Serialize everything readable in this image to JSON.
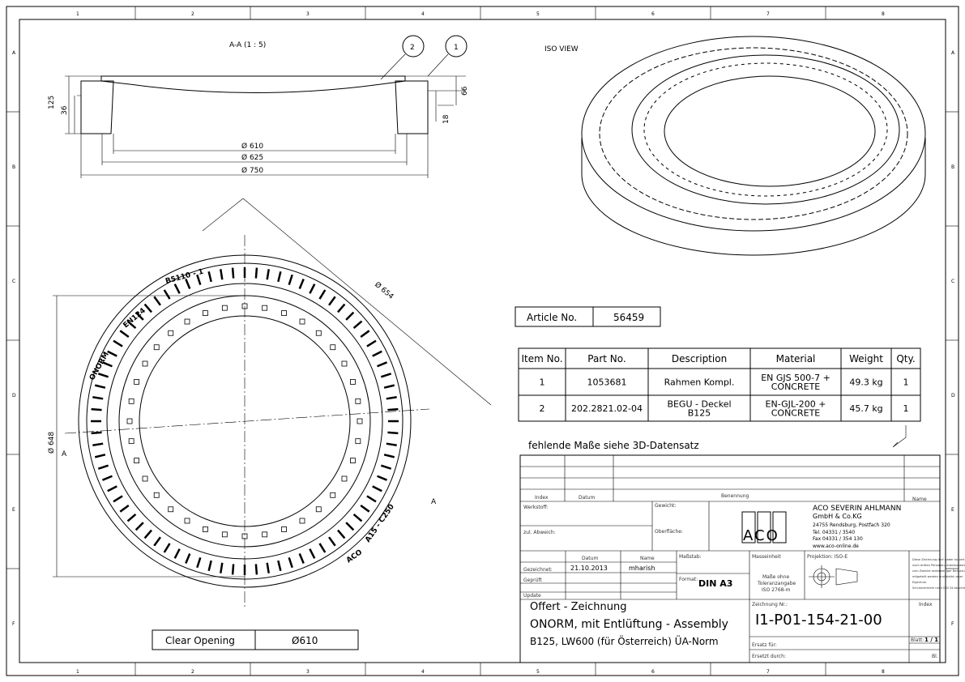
{
  "frame": {
    "columns": [
      "1",
      "2",
      "3",
      "4",
      "5",
      "6",
      "7",
      "8"
    ],
    "rows": [
      "A",
      "B",
      "C",
      "D",
      "E",
      "F"
    ]
  },
  "section": {
    "title": "A-A  (1 : 5)",
    "balloons": [
      "2",
      "1"
    ],
    "dims": {
      "d610": "Ø 610",
      "d625": "Ø 625",
      "d750": "Ø 750",
      "h125": "125",
      "h36": "36",
      "h66": "66",
      "h18": "18"
    }
  },
  "iso": {
    "title": "ISO VIEW"
  },
  "plan": {
    "d648": "Ø 648",
    "d654": "Ø 654",
    "cut_a": "A",
    "cut_a2": "A",
    "rim_text": [
      "ONORM",
      "EN124",
      "B5110 - 1",
      "ACO",
      "A15 - C250"
    ]
  },
  "article": {
    "label": "Article No.",
    "value": "56459"
  },
  "parts": {
    "headers": [
      "Item No.",
      "Part No.",
      "Description",
      "Material",
      "Weight",
      "Qty."
    ],
    "rows": [
      [
        "1",
        "1053681",
        "Rahmen Kompl.",
        "EN GJS 500-7 + | CONCRETE",
        "49.3 kg",
        "1"
      ],
      [
        "2",
        "202.2821.02-04",
        "BEGU - Deckel | B125",
        "EN-GJL-200 + | CONCRETE",
        "45.7 kg",
        "1"
      ]
    ]
  },
  "note": "fehlende Maße siehe 3D-Datensatz",
  "titleblock": {
    "rev_headers": {
      "index": "Index",
      "datum": "Datum",
      "benennung": "Benennung",
      "name": "Name"
    },
    "werkstoff": "Werkstoff:",
    "gewicht": "Gewicht:",
    "abweich": "zul. Abweich:",
    "oberflaeche": "Oberfläche:",
    "company": [
      "ACO SEVERIN AHLMANN",
      "GmbH & Co.KG",
      "24755 Rendsburg, Postfach 320",
      "Tel.  04331 / 3540",
      "Fax  04331 / 354 130",
      "www.aco-online.de"
    ],
    "logo": "ACO",
    "datum_h": "Datum",
    "name_h": "Name",
    "gezeichnet": "Gezeichnet:",
    "date": "21.10.2013",
    "drawer": "mharish",
    "geprueft": "Geprüft",
    "update": "Update",
    "massstab": "Maßstab:",
    "format_label": "Format:",
    "format": "DIN A3",
    "masseinheit": "Masseinheit",
    "tol": [
      "Maße ohne",
      "Toleranzangabe",
      "ISO 2768-m"
    ],
    "projektion": "Projektion: ISO-E",
    "legal": [
      "Diese Zeichnung darf weder kopiert",
      "noch dritten Personen, insbesondere",
      "zum Zwecke anderweitiger Benutzung",
      "mitgeteilt werden und bleibt unser",
      "Eigentum.",
      "Schutzvermerk nach DIN 34 beachten"
    ],
    "title_lines": [
      "Offert - Zeichnung",
      "ONORM, mit Entlüftung - Assembly",
      "B125, LW600 (für Österreich) ÜA-Norm"
    ],
    "zeichnung_label": "Zeichnung Nr.:",
    "drawing_no": "I1-P01-154-21-00",
    "index_label": "Index",
    "blatt_label": "Blatt:",
    "blatt": "1 / 1",
    "ersatz_fuer": "Ersatz für:",
    "ersetzt_durch": "Ersetzt durch:",
    "bl": "Bl."
  },
  "clear_opening": {
    "label": "Clear Opening",
    "value": "Ø610"
  }
}
